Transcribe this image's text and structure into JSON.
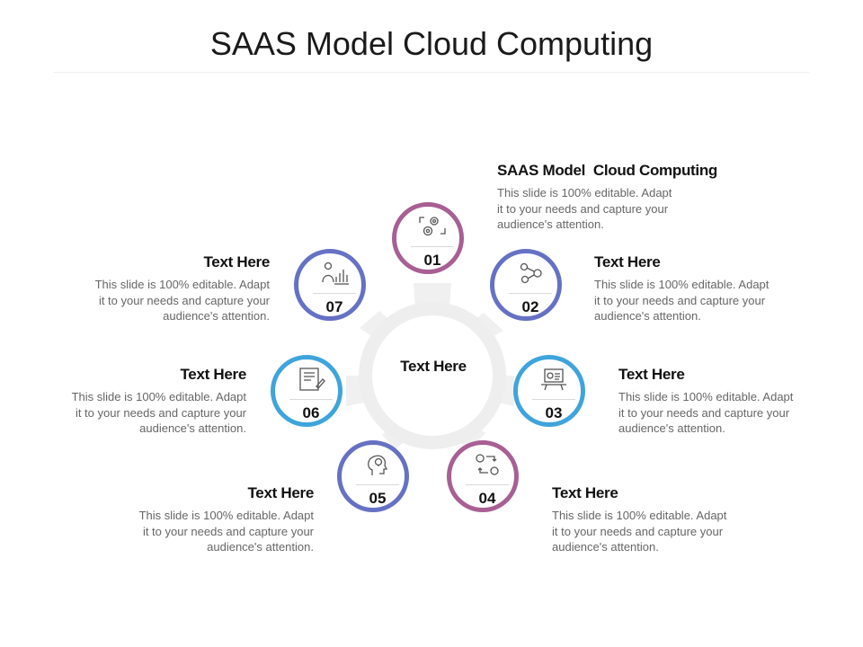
{
  "page": {
    "title": "SAAS Model Cloud Computing"
  },
  "hub": {
    "center_label": "Text Here",
    "colors": {
      "spoke": "#f0f0f0",
      "ring": "#eeeeee",
      "core": "#ffffff"
    }
  },
  "items": [
    {
      "number": "01",
      "icon": "gears-cycle-icon",
      "ring_color": "#a85f93",
      "heading": "SAAS Model  Cloud Computing",
      "text": [
        "This slide is 100% editable. Adapt",
        "it to your needs and capture your",
        "audience's attention."
      ]
    },
    {
      "number": "02",
      "icon": "gear-network-icon",
      "ring_color": "#6671c4",
      "heading": "Text Here",
      "text": [
        "This slide is 100% editable. Adapt",
        "it to your needs and capture your",
        "audience's attention."
      ]
    },
    {
      "number": "03",
      "icon": "presentation-board-icon",
      "ring_color": "#3fa4db",
      "heading": "Text Here",
      "text": [
        "This slide is 100% editable. Adapt",
        "it to your needs and capture your",
        "audience's attention."
      ]
    },
    {
      "number": "04",
      "icon": "user-exchange-icon",
      "ring_color": "#a85f93",
      "heading": "Text Here",
      "text": [
        "This slide is 100% editable. Adapt",
        "it to your needs and capture your",
        "audience's attention."
      ]
    },
    {
      "number": "05",
      "icon": "head-idea-icon",
      "ring_color": "#6671c4",
      "heading": "Text Here",
      "text": [
        "This slide is 100% editable. Adapt",
        "it to your needs and capture your",
        "audience's attention."
      ]
    },
    {
      "number": "06",
      "icon": "document-pen-icon",
      "ring_color": "#3fa4db",
      "heading": "Text Here",
      "text": [
        "This slide is 100% editable. Adapt",
        "it to your needs and capture your",
        "audience's attention."
      ]
    },
    {
      "number": "07",
      "icon": "presenter-chart-icon",
      "ring_color": "#6671c4",
      "heading": "Text Here",
      "text": [
        "This slide is 100% editable. Adapt",
        "it to your needs and capture your",
        "audience's attention."
      ]
    }
  ]
}
